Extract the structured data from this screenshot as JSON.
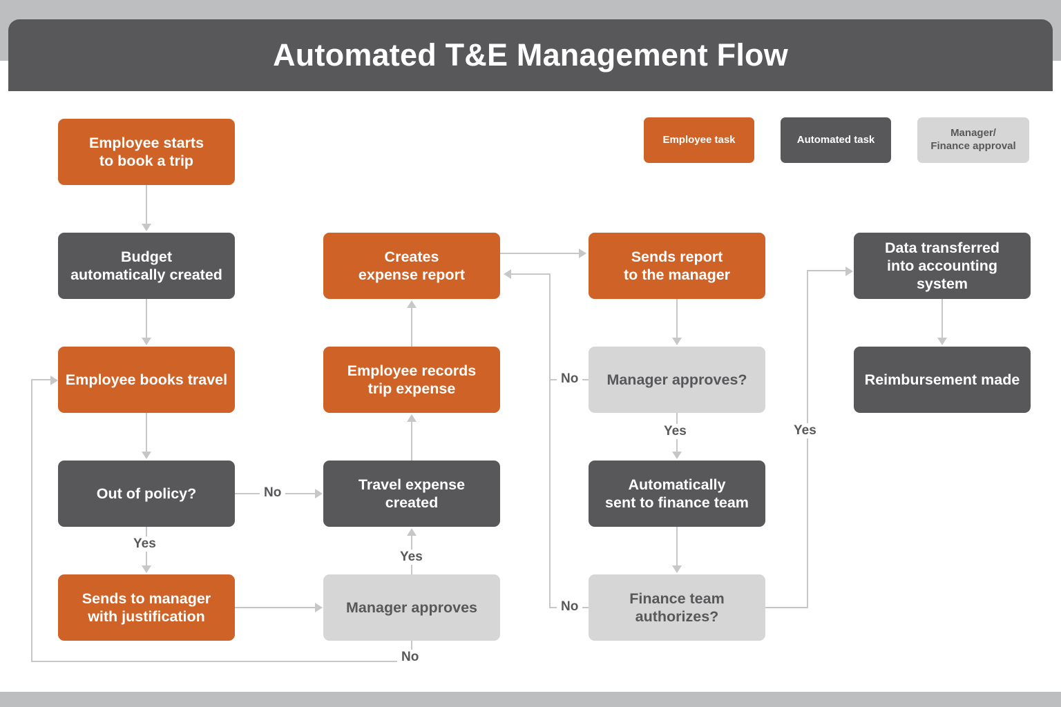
{
  "header": {
    "title": "Automated T&E Management Flow"
  },
  "legend": {
    "items": [
      {
        "label": "Employee task",
        "kind": "employee"
      },
      {
        "label": "Automated task",
        "kind": "automated"
      },
      {
        "label": "Manager/\nFinance approval",
        "kind": "approval"
      }
    ]
  },
  "flow": {
    "nodes": [
      {
        "id": "n1",
        "label": "Employee starts\nto book a trip",
        "kind": "employee"
      },
      {
        "id": "n2",
        "label": "Budget\nautomatically created",
        "kind": "automated"
      },
      {
        "id": "n3",
        "label": "Employee books travel",
        "kind": "employee"
      },
      {
        "id": "n4",
        "label": "Out of policy?",
        "kind": "automated"
      },
      {
        "id": "n5",
        "label": "Sends to manager\nwith justification",
        "kind": "employee"
      },
      {
        "id": "n6",
        "label": "Creates\nexpense report",
        "kind": "employee"
      },
      {
        "id": "n7",
        "label": "Employee records\ntrip expense",
        "kind": "employee"
      },
      {
        "id": "n8",
        "label": "Travel expense\ncreated",
        "kind": "automated"
      },
      {
        "id": "n9",
        "label": "Manager approves",
        "kind": "approval"
      },
      {
        "id": "n10",
        "label": "Sends report\nto the manager",
        "kind": "employee"
      },
      {
        "id": "n11",
        "label": "Manager approves?",
        "kind": "approval"
      },
      {
        "id": "n12",
        "label": "Automatically\nsent to finance team",
        "kind": "automated"
      },
      {
        "id": "n13",
        "label": "Finance team\nauthorizes?",
        "kind": "approval"
      },
      {
        "id": "n14",
        "label": "Data transferred\ninto accounting system",
        "kind": "automated"
      },
      {
        "id": "n15",
        "label": "Reimbursement made",
        "kind": "automated"
      }
    ],
    "edge_labels": [
      {
        "id": "e1",
        "text": "No"
      },
      {
        "id": "e2",
        "text": "Yes"
      },
      {
        "id": "e3",
        "text": "Yes"
      },
      {
        "id": "e4",
        "text": "No"
      },
      {
        "id": "e5",
        "text": "No"
      },
      {
        "id": "e6",
        "text": "Yes"
      },
      {
        "id": "e7",
        "text": "No"
      },
      {
        "id": "e8",
        "text": "Yes"
      }
    ]
  },
  "colors": {
    "employee": "#cf6227",
    "automated": "#58585b",
    "approval": "#d6d6d6",
    "connector": "#c7c7c7",
    "band": "#bcbec0",
    "page": "#ffffff"
  }
}
